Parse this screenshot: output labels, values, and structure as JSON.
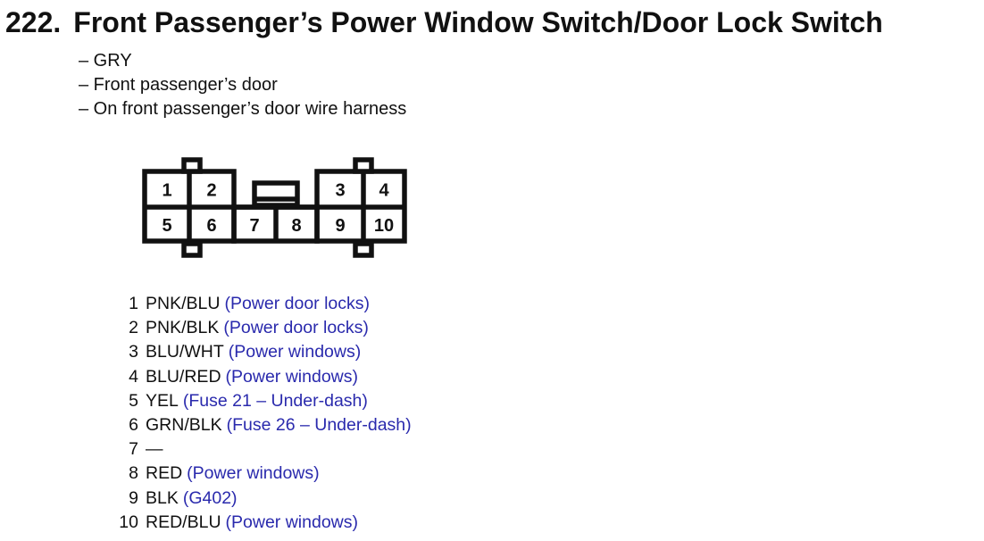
{
  "header": {
    "number": "222.",
    "title": "Front Passenger’s Power Window Switch/Door Lock Switch",
    "details": [
      "– GRY",
      "– Front passenger’s door",
      "– On front passenger’s door wire harness"
    ]
  },
  "connector": {
    "cells": [
      "1",
      "2",
      "3",
      "4",
      "5",
      "6",
      "7",
      "8",
      "9",
      "10"
    ]
  },
  "pins": [
    {
      "num": "1",
      "color": "PNK/BLU",
      "note": "(Power door locks)"
    },
    {
      "num": "2",
      "color": "PNK/BLK",
      "note": "(Power door locks)"
    },
    {
      "num": "3",
      "color": "BLU/WHT",
      "note": "(Power windows)"
    },
    {
      "num": "4",
      "color": "BLU/RED",
      "note": "(Power windows)"
    },
    {
      "num": "5",
      "color": "YEL",
      "note": "(Fuse 21 – Under-dash)"
    },
    {
      "num": "6",
      "color": "GRN/BLK",
      "note": "(Fuse 26 – Under-dash)"
    },
    {
      "num": "7",
      "color": "—",
      "note": ""
    },
    {
      "num": "8",
      "color": "RED",
      "note": "(Power windows)"
    },
    {
      "num": "9",
      "color": "BLK",
      "note": "(G402)"
    },
    {
      "num": "10",
      "color": "RED/BLU",
      "note": "(Power windows)"
    }
  ],
  "colors": {
    "ink": "#111111",
    "annotation_blue": "#2a2aad"
  }
}
